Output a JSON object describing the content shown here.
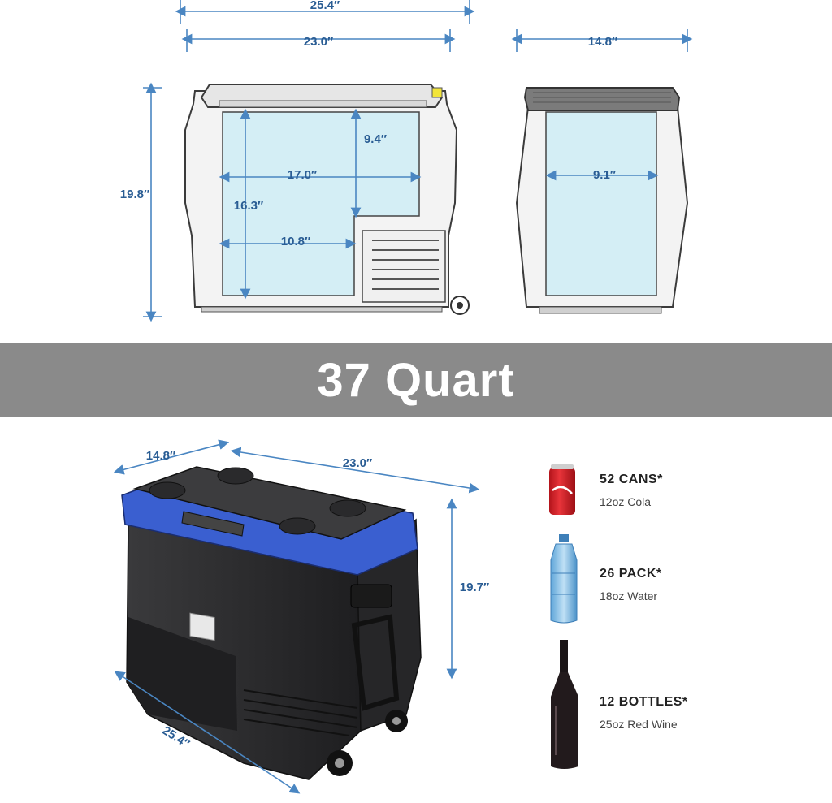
{
  "banner": {
    "title": "37 Quart"
  },
  "front_view": {
    "outer_width": "25.4″",
    "inner_width": "23.0″",
    "height": "19.8″",
    "depth_upper": "9.4″",
    "width_upper": "17.0″",
    "height_inner": "16.3″",
    "width_lower": "10.8″"
  },
  "side_view": {
    "width": "14.8″",
    "inner_width": "9.1″"
  },
  "iso_view": {
    "depth": "14.8″",
    "width": "23.0″",
    "height": "19.7″",
    "length": "25.4″"
  },
  "capacity": [
    {
      "title": "52 CANS*",
      "subtitle": "12oz Cola",
      "icon": "cola-can-icon"
    },
    {
      "title": "26 PACK*",
      "subtitle": "18oz Water",
      "icon": "water-bottle-icon"
    },
    {
      "title": "12 BOTTLES*",
      "subtitle": "25oz Red Wine",
      "icon": "wine-bottle-icon"
    }
  ],
  "colors": {
    "dimension": "#2a5d94",
    "interior_fill": "#d4eef5",
    "banner": "#8a8a8a",
    "lid_trim": "#3a5fd0",
    "body": "#2b2b2d"
  }
}
